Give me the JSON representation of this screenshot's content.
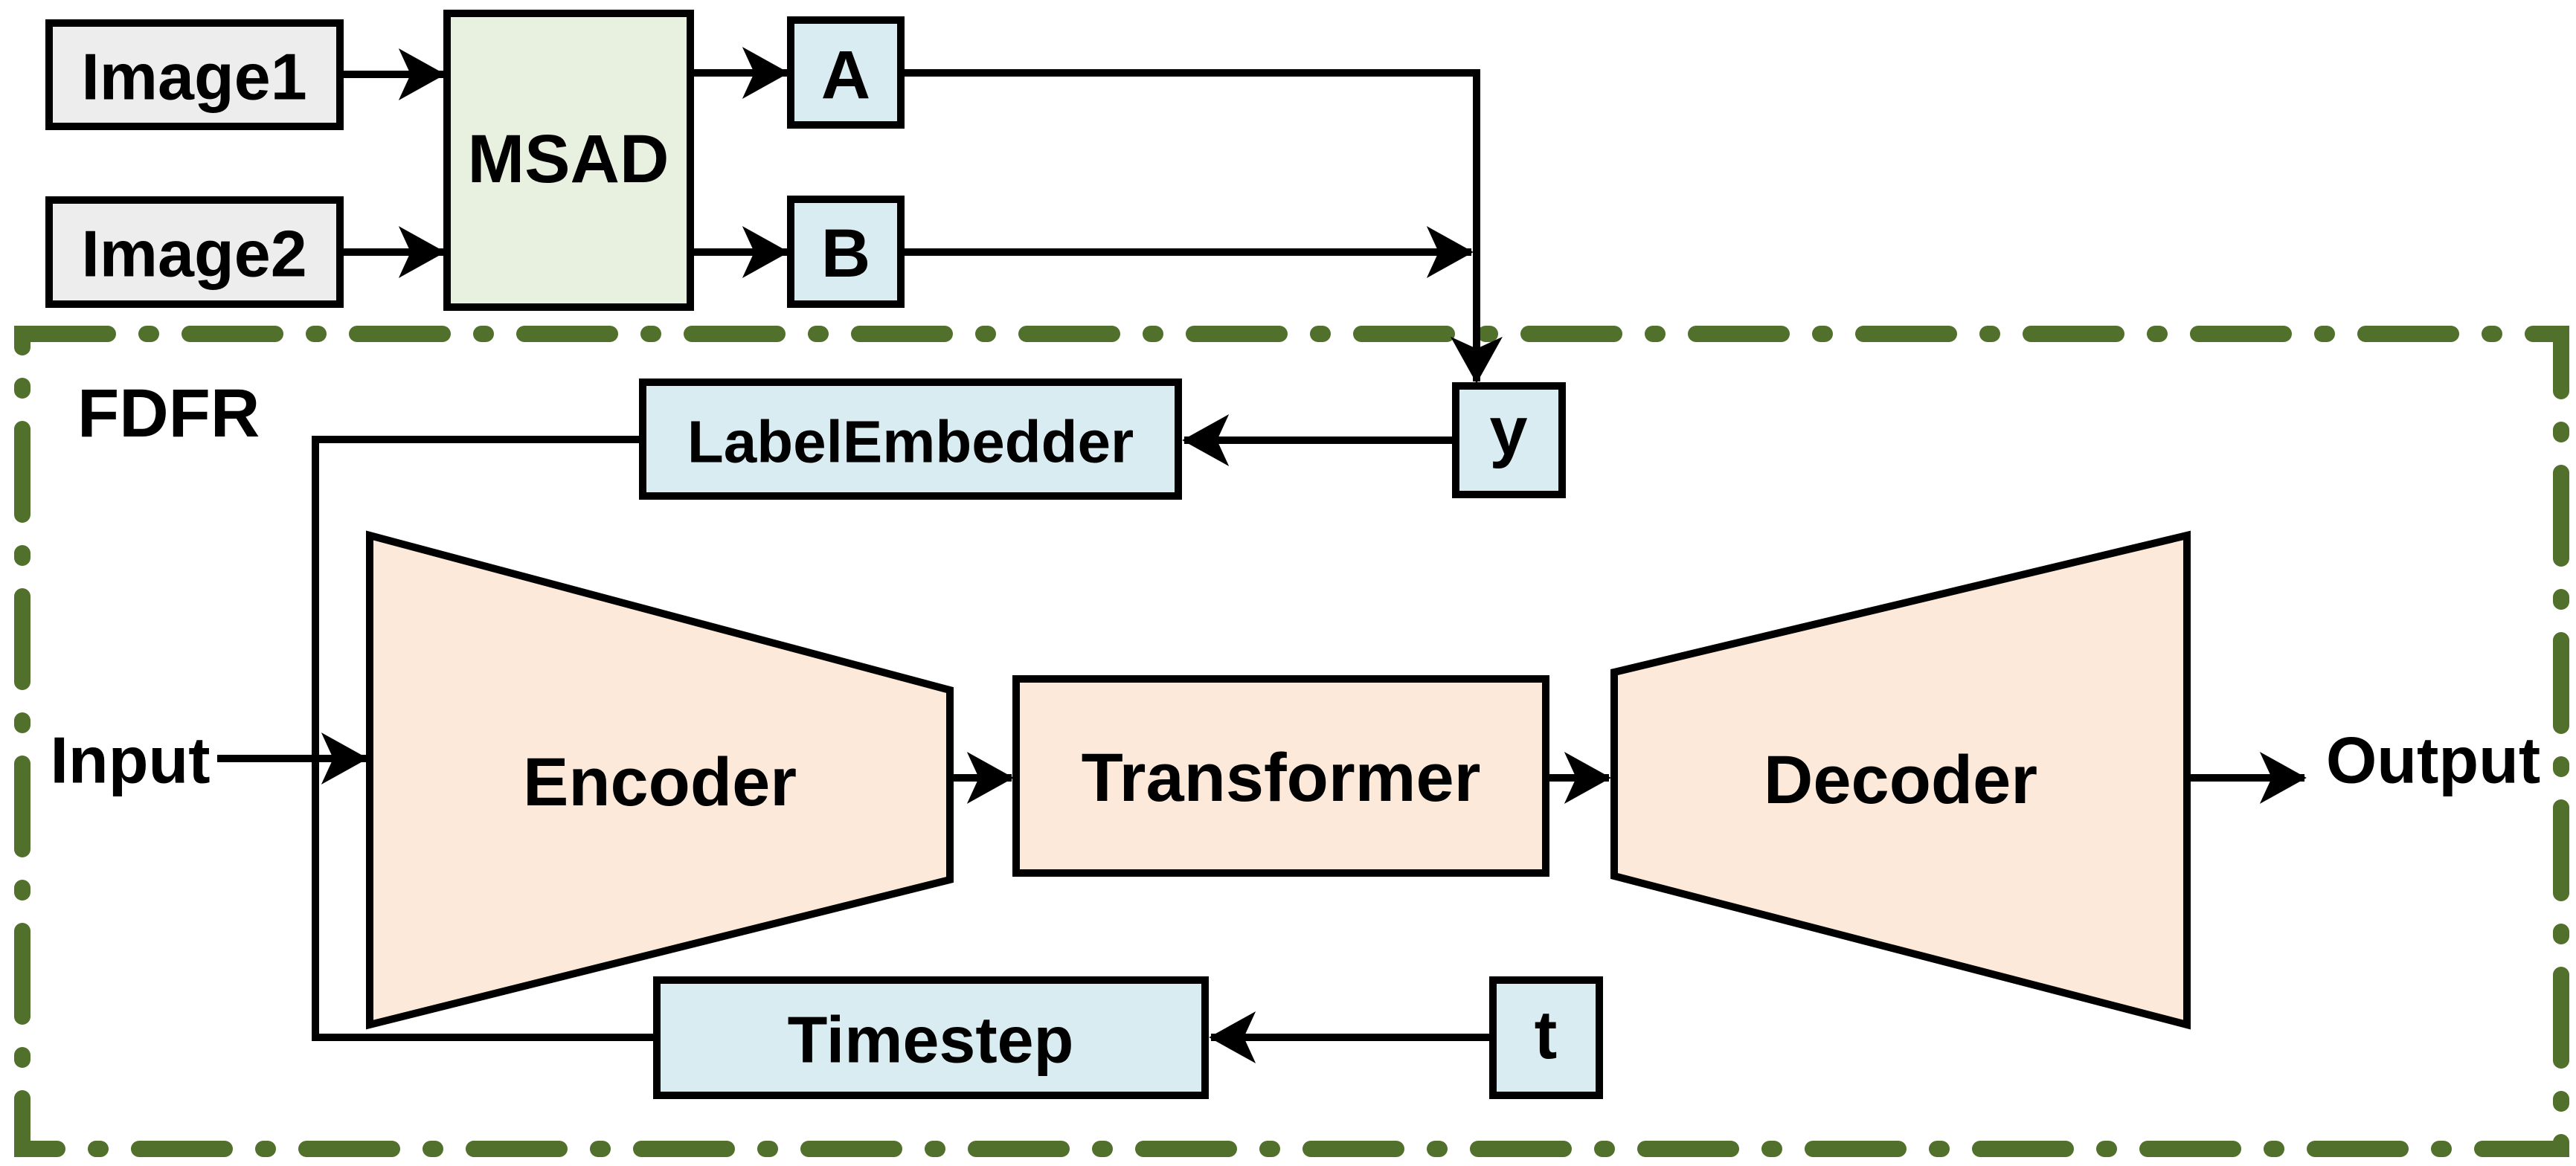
{
  "diagram": {
    "region": {
      "label": "FDFR"
    },
    "nodes": {
      "image1": "Image1",
      "image2": "Image2",
      "msad": "MSAD",
      "a": "A",
      "b": "B",
      "y": "y",
      "label_embedder": "LabelEmbedder",
      "encoder": "Encoder",
      "transformer": "Transformer",
      "decoder": "Decoder",
      "timestep": "Timestep",
      "t": "t",
      "input": "Input",
      "output": "Output"
    },
    "edges": [
      {
        "from": "Image1",
        "to": "MSAD",
        "arrow": true
      },
      {
        "from": "Image2",
        "to": "MSAD",
        "arrow": true
      },
      {
        "from": "MSAD",
        "to": "A",
        "arrow": true
      },
      {
        "from": "MSAD",
        "to": "B",
        "arrow": true
      },
      {
        "from": "A",
        "to": "y",
        "arrow": true
      },
      {
        "from": "B",
        "to": "A-y junction",
        "arrow": true
      },
      {
        "from": "y",
        "to": "LabelEmbedder",
        "arrow": true
      },
      {
        "from": "LabelEmbedder",
        "to": "Timestep",
        "arrow": false
      },
      {
        "from": "Input",
        "to": "Encoder",
        "arrow": true
      },
      {
        "from": "Encoder",
        "to": "Transformer",
        "arrow": true
      },
      {
        "from": "Transformer",
        "to": "Decoder",
        "arrow": true
      },
      {
        "from": "Decoder",
        "to": "Output",
        "arrow": true
      },
      {
        "from": "t",
        "to": "Timestep",
        "arrow": true
      }
    ]
  },
  "colors": {
    "node_gray": "#ededed",
    "node_green": "#e8f0e0",
    "node_blue": "#d9ecf2",
    "node_peach": "#fce9d9",
    "region_border": "#50702c",
    "region_label": "#155e6e",
    "line": "#000000"
  }
}
